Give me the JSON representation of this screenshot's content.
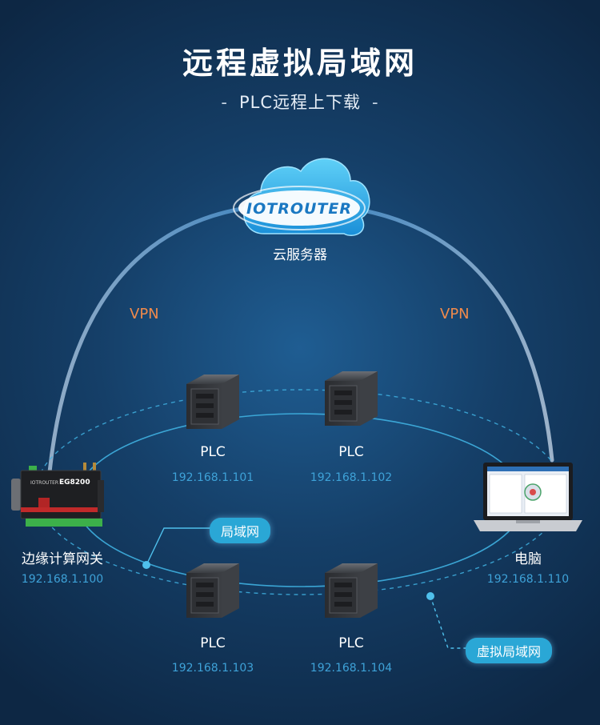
{
  "title": "远程虚拟局域网",
  "subtitle": {
    "text": "PLC远程上下载",
    "dash_left": "-",
    "dash_right": "-"
  },
  "cloud": {
    "logo_text": "IOTROUTER",
    "label": "云服务器"
  },
  "vpn": {
    "left": "VPN",
    "right": "VPN"
  },
  "gateway": {
    "label": "边缘计算网关",
    "ip": "192.168.1.100",
    "model": "EG8200",
    "brand": "IOTROUTER"
  },
  "computer": {
    "label": "电脑",
    "ip": "192.168.1.110"
  },
  "plcs": [
    {
      "label": "PLC",
      "ip": "192.168.1.101"
    },
    {
      "label": "PLC",
      "ip": "192.168.1.102"
    },
    {
      "label": "PLC",
      "ip": "192.168.1.103"
    },
    {
      "label": "PLC",
      "ip": "192.168.1.104"
    }
  ],
  "tags": {
    "lan": "局域网",
    "vlan": "虚拟局域网"
  },
  "colors": {
    "accent": "#2aa7d6",
    "vpn": "#f08a4b",
    "ip": "#3ea2d8",
    "background": "#153f68"
  }
}
